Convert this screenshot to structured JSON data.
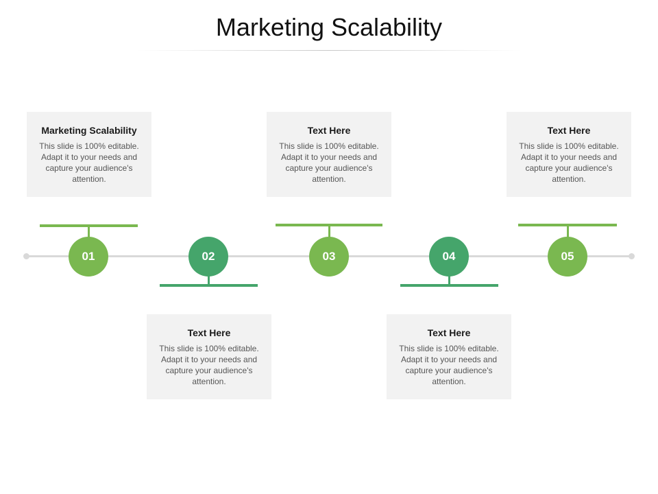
{
  "title": "Marketing Scalability",
  "colors": {
    "light_green": "#7ab850",
    "dark_green": "#45a56b",
    "card_bg": "#f2f2f2",
    "line": "#d9d9d9"
  },
  "steps": [
    {
      "number": "01",
      "heading": "Marketing Scalability",
      "body": "This slide is 100% editable. Adapt it to your needs and capture your audience's attention."
    },
    {
      "number": "02",
      "heading": "Text Here",
      "body": "This slide is 100% editable. Adapt it to your needs and capture your audience's attention."
    },
    {
      "number": "03",
      "heading": "Text Here",
      "body": "This slide is 100% editable. Adapt it to your needs and capture your audience's attention."
    },
    {
      "number": "04",
      "heading": "Text Here",
      "body": "This slide is 100% editable. Adapt it to your needs and capture your audience's attention."
    },
    {
      "number": "05",
      "heading": "Text Here",
      "body": "This slide is 100% editable. Adapt it to your needs and capture your audience's attention."
    }
  ]
}
